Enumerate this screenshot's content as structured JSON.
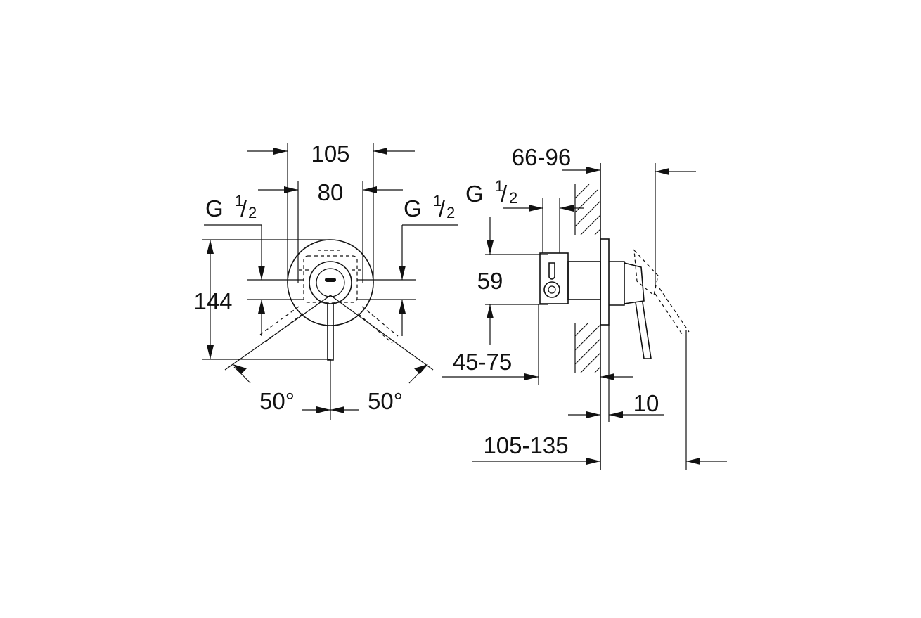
{
  "front_view": {
    "width_overall": "105",
    "width_inner": "80",
    "height_overall": "144",
    "thread_left": {
      "letter": "G",
      "num": "1",
      "den": "2"
    },
    "thread_right": {
      "letter": "G",
      "num": "1",
      "den": "2"
    },
    "angle_left": "50°",
    "angle_right": "50°"
  },
  "side_view": {
    "wall_depth": "66-96",
    "thread": {
      "letter": "G",
      "num": "1",
      "den": "2"
    },
    "inlet_spacing": "59",
    "mount_depth": "45-75",
    "plate_thickness": "10",
    "total_depth": "105-135"
  }
}
